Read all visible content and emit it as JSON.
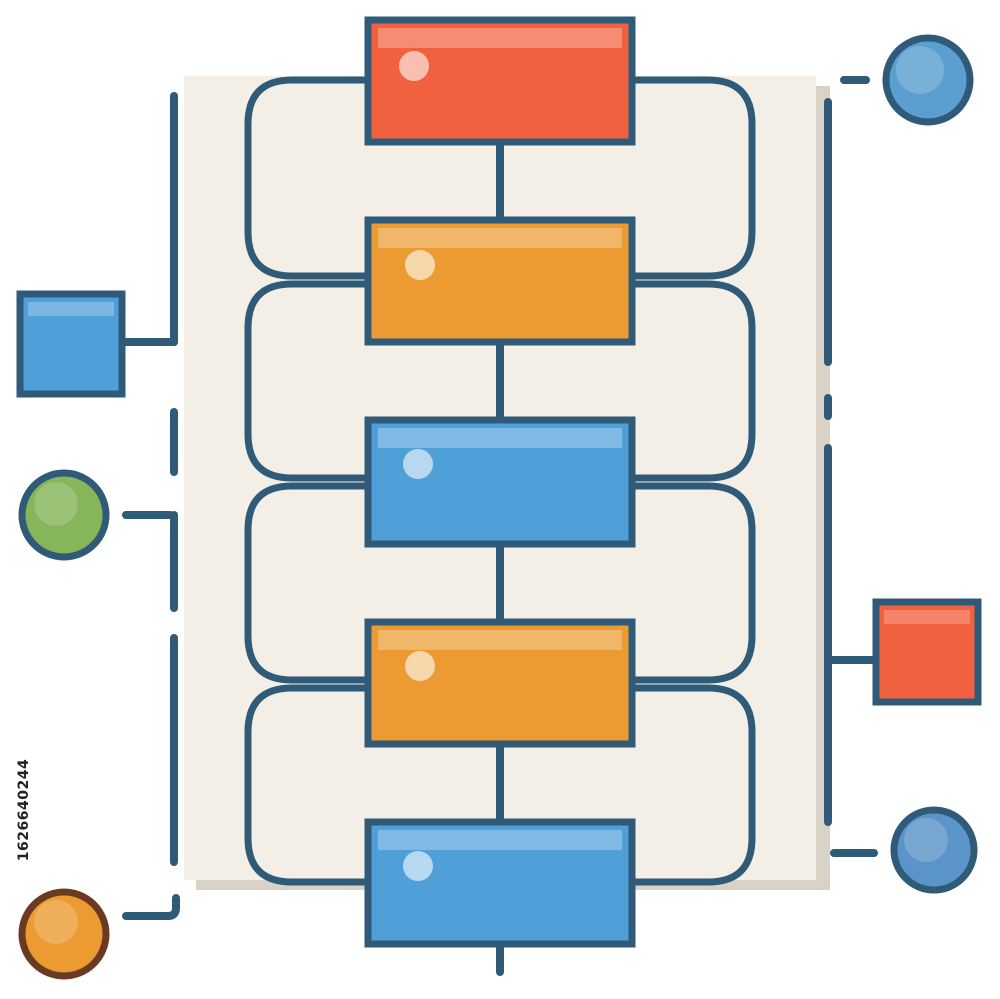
{
  "colors": {
    "outline": "#2f5a78",
    "panel": "#f4efe6",
    "panel_shadow": "#d9d3c7",
    "red": "#f0623f",
    "orange": "#eb9b31",
    "blue": "#4f9fd8",
    "green": "#86b55a",
    "highlight": "#ffffff"
  },
  "boxes": [
    {
      "name": "box-red-top",
      "color": "red"
    },
    {
      "name": "box-orange-1",
      "color": "orange"
    },
    {
      "name": "box-blue-1",
      "color": "blue"
    },
    {
      "name": "box-orange-2",
      "color": "orange"
    },
    {
      "name": "box-blue-2",
      "color": "blue"
    }
  ],
  "side_nodes": [
    {
      "name": "left-blue-square",
      "shape": "square",
      "color": "blue"
    },
    {
      "name": "left-green-circle",
      "shape": "circle",
      "color": "green"
    },
    {
      "name": "left-orange-circle",
      "shape": "circle",
      "color": "orange"
    },
    {
      "name": "right-blue-circle-top",
      "shape": "circle",
      "color": "blue"
    },
    {
      "name": "right-red-square",
      "shape": "square",
      "color": "red"
    },
    {
      "name": "right-blue-circle-bottom",
      "shape": "circle",
      "color": "blue"
    }
  ],
  "watermark": {
    "stock_id": "1626640244"
  }
}
